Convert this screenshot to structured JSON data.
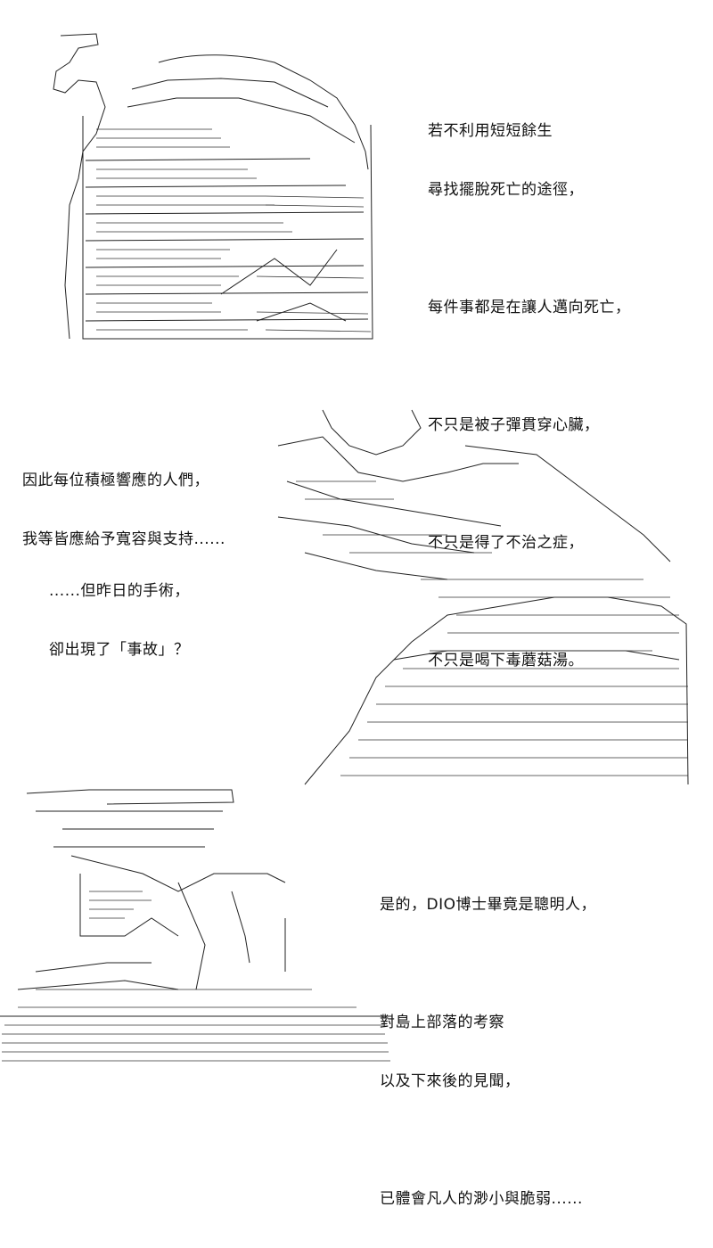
{
  "page": {
    "panels": [
      {
        "id": "panel-1",
        "lines": [
          "若不利用短短餘生",
          "尋找擺脫死亡的途徑，",
          "",
          "每件事都是在讓人邁向死亡，",
          "",
          "不只是被子彈貫穿心臟，",
          "",
          "不只是得了不治之症，",
          "",
          "不只是喝下毒蘑菇湯。"
        ]
      },
      {
        "id": "panel-2",
        "lines_a": [
          "因此每位積極響應的人們，",
          "我等皆應給予寬容與支持......"
        ],
        "lines_b": [
          "......但昨日的手術，",
          "卻出現了「事故」？"
        ]
      },
      {
        "id": "panel-3",
        "lines": [
          "是的，DIO博士畢竟是聰明人，",
          "",
          "對島上部落的考察",
          "以及下來後的見聞，",
          "",
          "已體會凡人的渺小與脆弱......"
        ]
      }
    ]
  },
  "colors": {
    "text": "#111111",
    "art_stroke": "#222222",
    "background": "#ffffff"
  }
}
